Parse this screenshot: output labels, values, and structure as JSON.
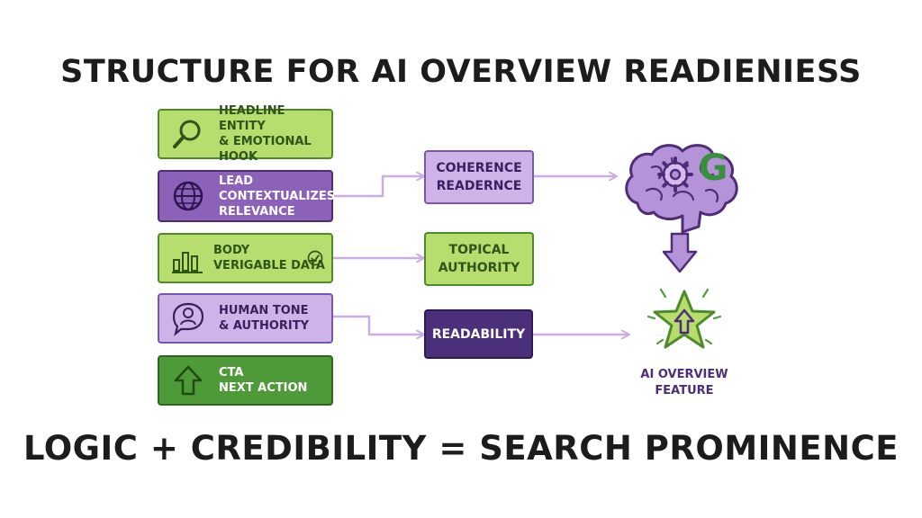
{
  "header": {
    "title": "STRUCTURE FOR AI OVERVIEW READIENIESS"
  },
  "left_cards": [
    {
      "line1": "HEADLINE ENTITY",
      "line2": "& EMOTIONAL HOOK",
      "icon": "magnifier-icon"
    },
    {
      "line1": "LEAD",
      "line2": "CONTEXTUALIZES",
      "line3": "RELEVANCE",
      "icon": "globe-icon"
    },
    {
      "line1": "BODY",
      "line2": "VERIGABLE DATA",
      "icon": "bar-chart-check-icon"
    },
    {
      "line1": "HUMAN TONE",
      "line2": "& AUTHORITY",
      "icon": "person-chat-icon"
    },
    {
      "line1": "CTA",
      "line2": "NEXT ACTION",
      "icon": "up-arrow-icon"
    }
  ],
  "middle_boxes": [
    {
      "line1": "COHERENCE",
      "line2": "READERNCE"
    },
    {
      "line1": "TOPICAL",
      "line2": "AUTHORITY"
    },
    {
      "line1": "READABILITY"
    }
  ],
  "right": {
    "brain_icon": "brain-gear-icon",
    "google_letter": "G",
    "star_icon": "star-up-arrow-icon",
    "feature_line1": "AI OVERVIEW",
    "feature_line2": "FEATURE"
  },
  "footer": {
    "formula": "LOGIC + CREDIBILITY = SEARCH PROMINENCE"
  },
  "colors": {
    "green_light": "#b7dd6f",
    "green_dark": "#4e9a39",
    "purple_light": "#cdb3e8",
    "purple_mid": "#8c61b8",
    "purple_dark": "#4c2f7a",
    "google_green": "#3a8f3e",
    "connector": "#c9aee6"
  }
}
